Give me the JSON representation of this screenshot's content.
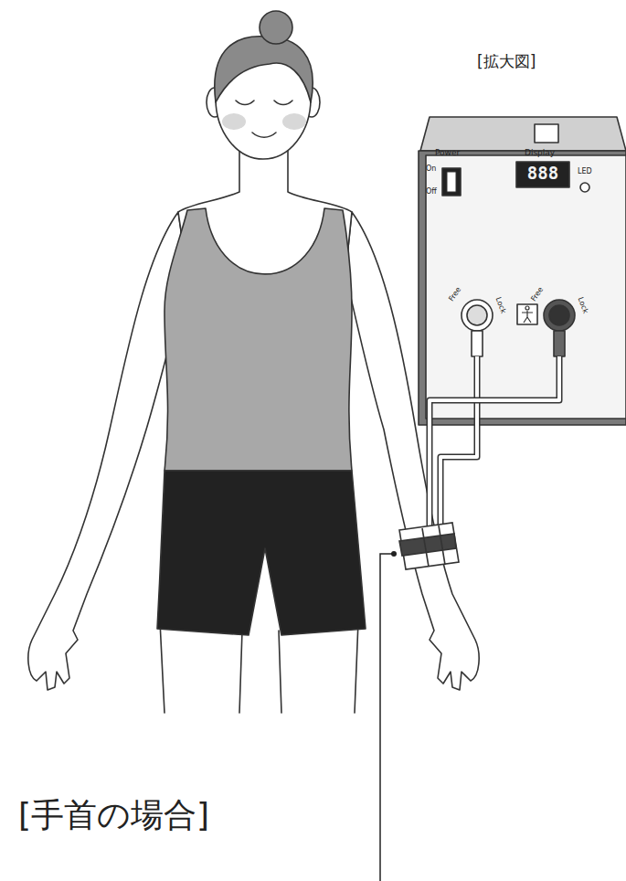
{
  "diagram": {
    "labels": [
      "[拡大図]",
      "Power",
      "On",
      "Off",
      "Display",
      "888",
      "LED",
      "Free",
      "Lock",
      "Free",
      "Lock",
      "[手首の場合]"
    ]
  }
}
